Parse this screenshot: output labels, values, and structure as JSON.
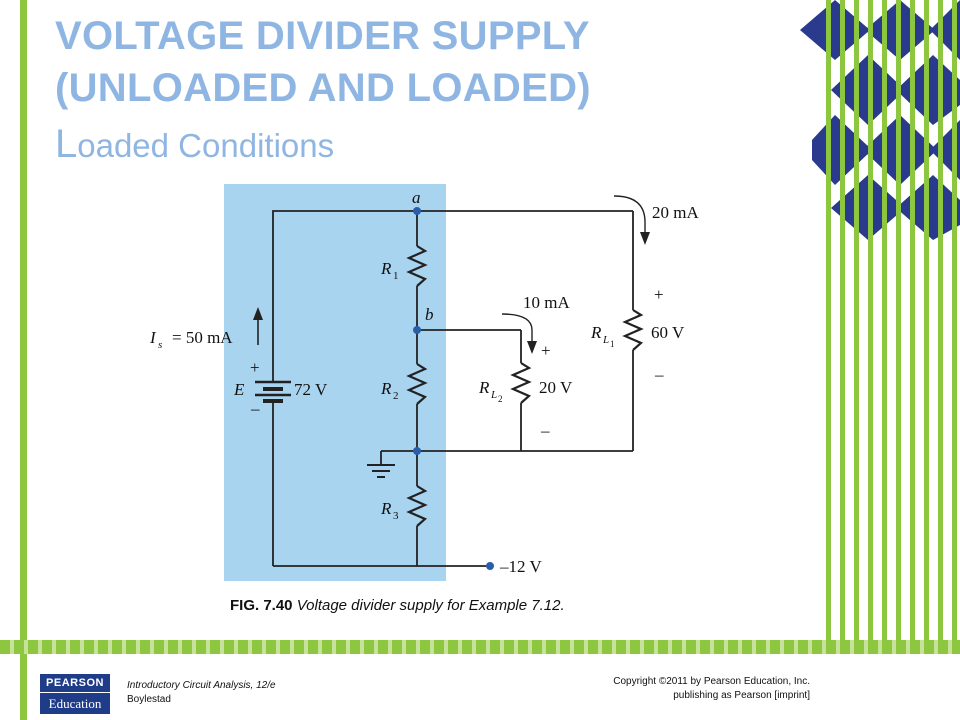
{
  "slide": {
    "title_line1": "VOLTAGE DIVIDER SUPPLY",
    "title_line2": "(UNLOADED AND LOADED)",
    "subtitle_first": "L",
    "subtitle_rest": "oaded Conditions"
  },
  "figure": {
    "caption_number": "FIG. 7.40",
    "caption_text": " Voltage divider supply for Example 7.12.",
    "node_a": "a",
    "node_b": "b",
    "current_source_label": "I",
    "current_source_sub": "s",
    "current_source_value": "= 50 mA",
    "battery_label": "E",
    "battery_value": "72 V",
    "battery_plus": "+",
    "battery_minus": "–",
    "r1_label": "R",
    "r1_sub": "1",
    "r2_label": "R",
    "r2_sub": "2",
    "r3_label": "R",
    "r3_sub": "3",
    "rl1_label": "R",
    "rl1_sub_main": "L",
    "rl1_sub_sub": "1",
    "rl1_value": "60 V",
    "rl1_plus": "+",
    "rl1_minus": "–",
    "rl1_current": "20 mA",
    "rl2_label": "R",
    "rl2_sub_main": "L",
    "rl2_sub_sub": "2",
    "rl2_value": "20 V",
    "rl2_plus": "+",
    "rl2_minus": "–",
    "rl2_current": "10 mA",
    "output_voltage": "–12 V"
  },
  "footer": {
    "logo_top": "PEARSON",
    "logo_bottom": "Education",
    "book_title": "Introductory Circuit Analysis, 12/e",
    "book_author": "Boylestad",
    "copyright_line1": "Copyright ©2011 by Pearson Education, Inc.",
    "copyright_line2": "publishing as Pearson [imprint]"
  },
  "colors": {
    "title": "#8fb6e3",
    "accent_green": "#8dc63f",
    "accent_navy": "#2a3a8c",
    "highlight": "#a8d4f0",
    "wire": "#222222",
    "node": "#2a5fa8"
  }
}
